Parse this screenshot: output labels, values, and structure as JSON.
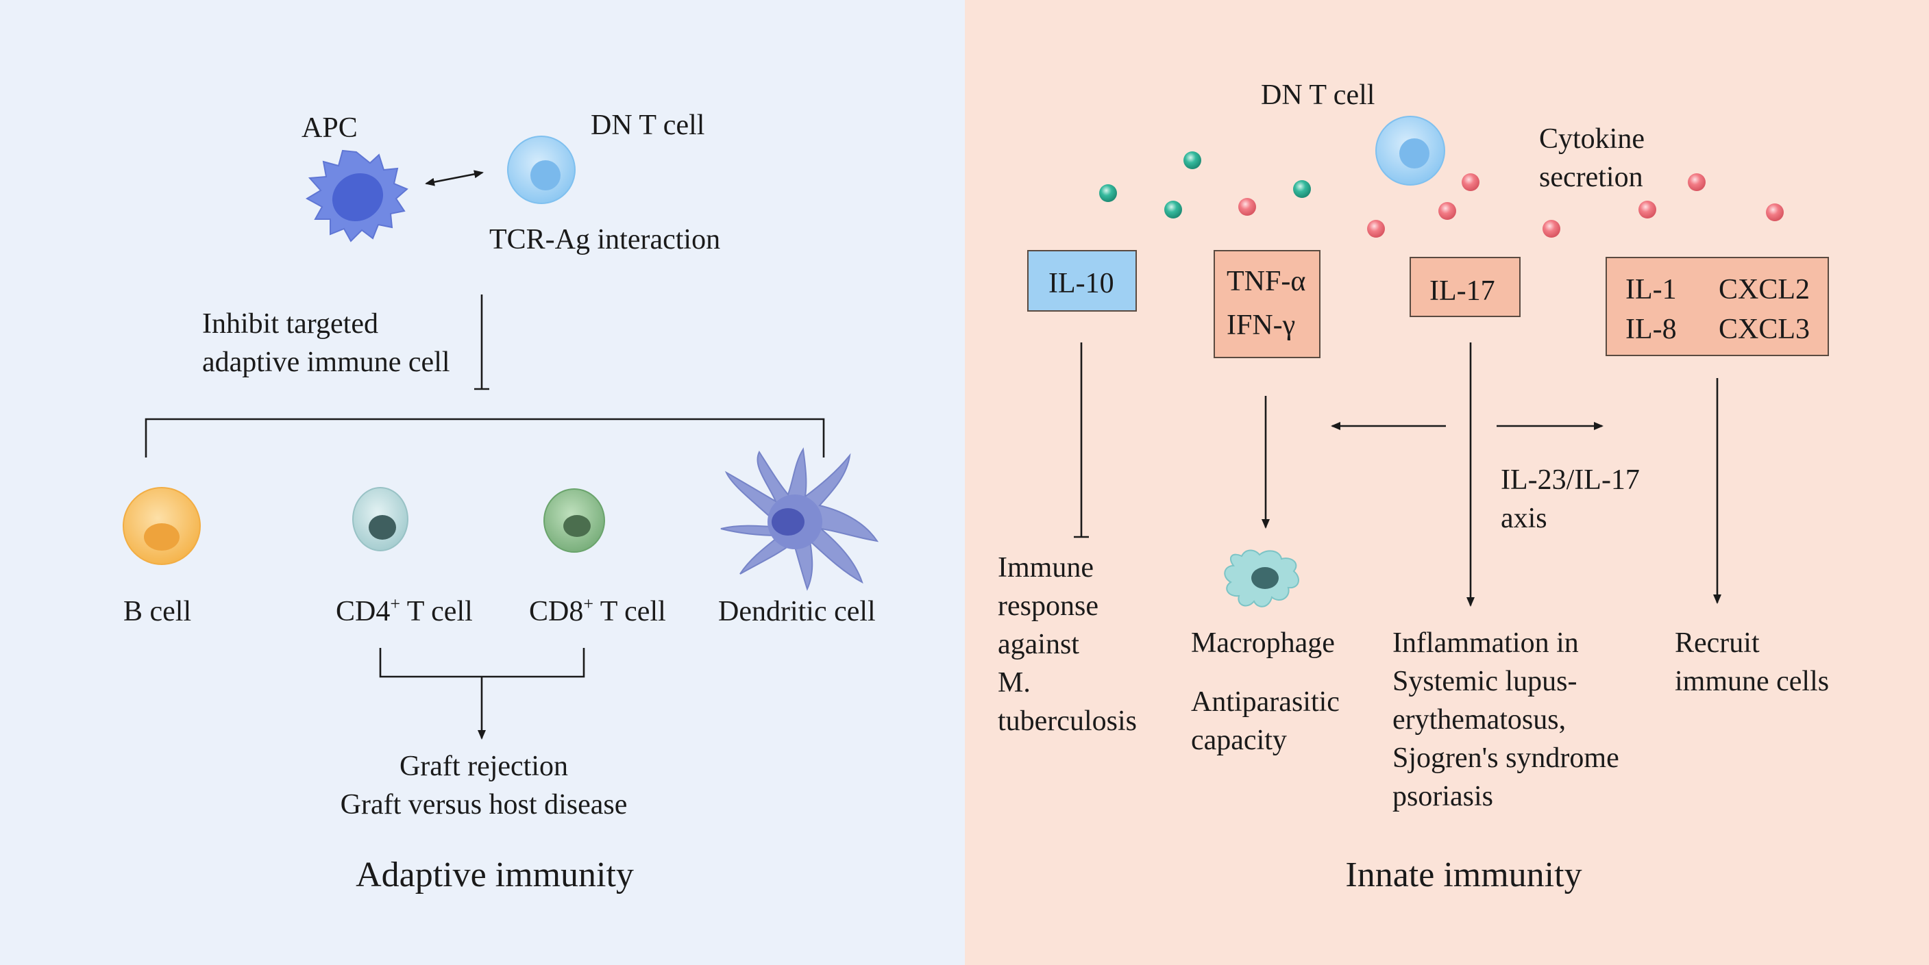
{
  "colors": {
    "adaptive_bg": "#ebf1fa",
    "innate_bg": "#fbe3d8",
    "il10_box": "#9fd0f3",
    "cytokine_box": "#f6bea6",
    "box_border": "#5a4a40",
    "teal_dot": "#2fb79c",
    "red_dot": "#f0707c",
    "apc": "#7189e3",
    "dn_t_cell": "#a9d6f6",
    "b_cell": "#f9c46e",
    "cd4_cell": "#bcdcde",
    "cd8_cell": "#8fbf8f",
    "dendritic": "#8e9ad6",
    "macrophage": "#a6dcdc"
  },
  "adaptive": {
    "apc_label": "APC",
    "dn_t_cell_label": "DN T cell",
    "tcr_label": "TCR-Ag interaction",
    "inhibit_line1": "Inhibit targeted",
    "inhibit_line2": "adaptive immune cell",
    "b_cell_label": "B cell",
    "cd4_prefix": "CD4",
    "cd8_prefix": "CD8",
    "superscript": "+",
    "t_cell_suffix": " T cell",
    "dendritic_label": "Dendritic cell",
    "outcome_line1": "Graft rejection",
    "outcome_line2": "Graft versus host disease",
    "title": "Adaptive immunity"
  },
  "innate": {
    "dn_t_cell_label": "DN T cell",
    "cytokine_line1": "Cytokine",
    "cytokine_line2": "secretion",
    "il10": "IL-10",
    "tnf": "TNF-α",
    "ifn": "IFN-γ",
    "il17": "IL-17",
    "il1": "IL-1",
    "il8": "IL-8",
    "cxcl2": "CXCL2",
    "cxcl3": "CXCL3",
    "axis_line1": "IL-23/IL-17",
    "axis_line2": "axis",
    "immune_response": [
      "Immune",
      "response",
      "against",
      "M.",
      "tuberculosis"
    ],
    "macrophage_label": "Macrophage",
    "antiparasitic": [
      "Antiparasitic",
      "capacity"
    ],
    "inflammation": [
      "Inflammation in",
      "Systemic lupus-",
      "erythematosus,",
      "Sjogren's syndrome",
      "psoriasis"
    ],
    "recruit": [
      "Recruit",
      "immune cells"
    ],
    "title": "Innate immunity"
  }
}
